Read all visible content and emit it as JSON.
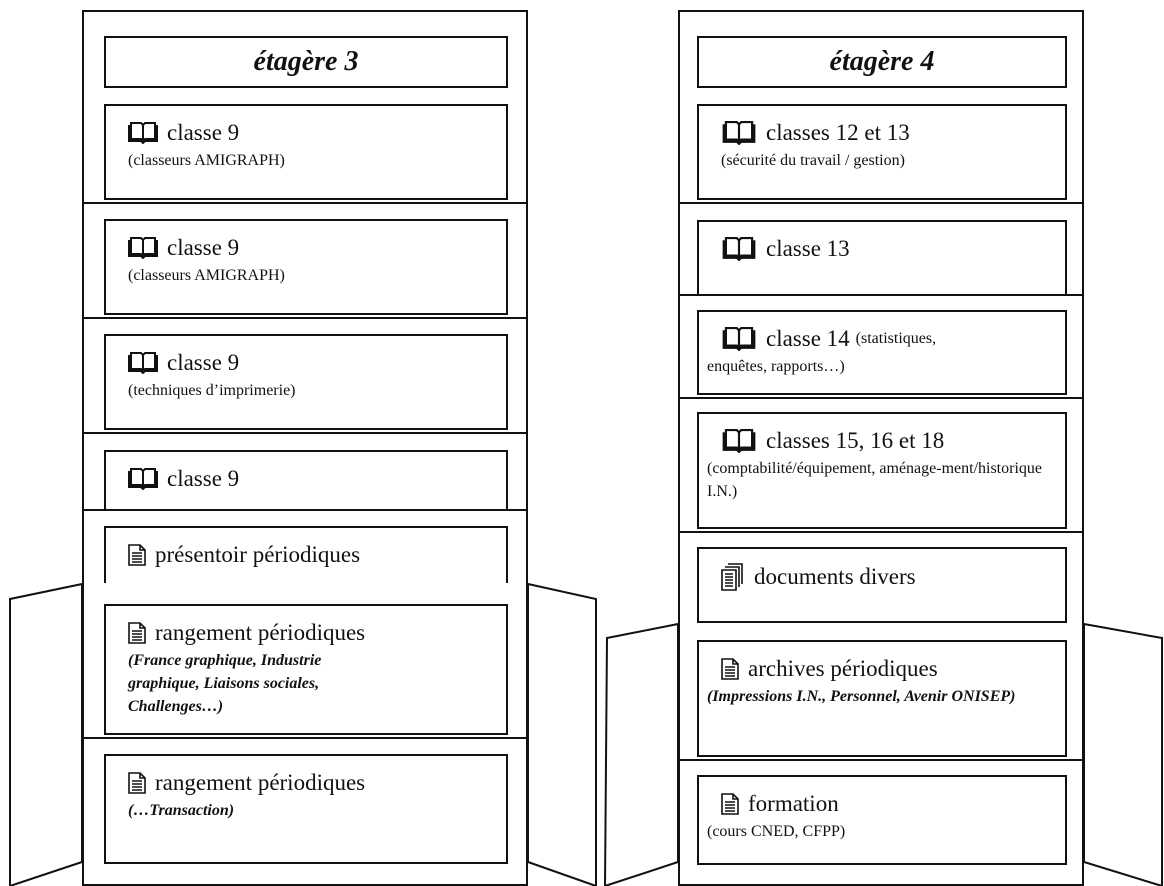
{
  "columns": [
    {
      "title": "étagère 3",
      "shelves": [
        {
          "icon": "book-icon",
          "label": "classe 9",
          "sub": "(classeurs AMIGRAPH)"
        },
        {
          "icon": "book-icon",
          "label": "classe 9",
          "sub": "(classeurs AMIGRAPH)"
        },
        {
          "icon": "book-icon",
          "label": "classe 9",
          "sub": "(techniques d’imprimerie)"
        },
        {
          "icon": "book-icon",
          "label": "classe 9"
        },
        {
          "icon": "document-icon",
          "label": "présentoir périodiques"
        },
        {
          "icon": "document-icon",
          "label": "rangement périodiques",
          "sub_italic": "(France graphique, Industrie graphique, Liaisons sociales, Challenges…)"
        },
        {
          "icon": "document-icon",
          "label": "rangement périodiques",
          "sub_italic": "(…Transaction)"
        }
      ]
    },
    {
      "title": "étagère 4",
      "shelves": [
        {
          "icon": "book-icon",
          "label": "classes 12 et 13",
          "sub": "(sécurité du travail / gestion)"
        },
        {
          "icon": "book-icon",
          "label": "classe 13"
        },
        {
          "icon": "book-icon",
          "label": "classe 14",
          "inline": "(statistiques,",
          "sub": "enquêtes, rapports…)"
        },
        {
          "icon": "book-icon",
          "label": "classes 15, 16 et 18",
          "sub": "(comptabilité/équipement, aménage-ment/historique I.N.)"
        },
        {
          "icon": "documents-stack-icon",
          "label": "documents divers"
        },
        {
          "icon": "document-icon",
          "label": "archives périodiques",
          "sub_italic": "(Impressions I.N., Personnel, Avenir ONISEP)"
        },
        {
          "icon": "document-icon",
          "label": "formation",
          "sub": "(cours CNED, CFPP)"
        }
      ]
    }
  ]
}
